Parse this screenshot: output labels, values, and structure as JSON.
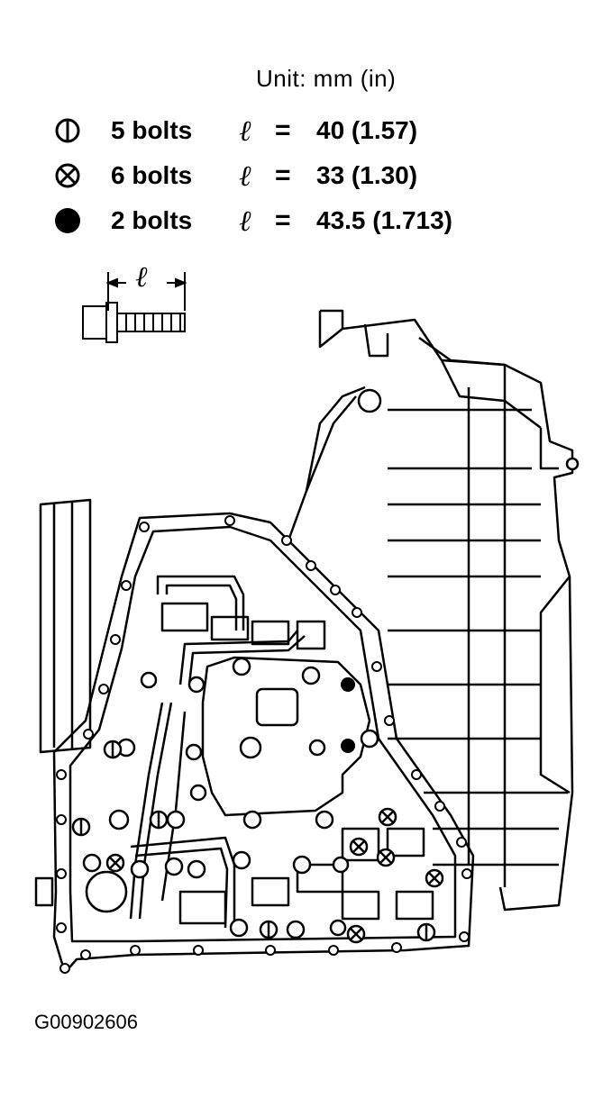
{
  "header": {
    "unit_label": "Unit: mm (in)"
  },
  "legend": [
    {
      "symbol": "circle-bar-icon",
      "count": "5 bolts",
      "length_symbol": "ℓ",
      "equals": "=",
      "value": "40 (1.57)"
    },
    {
      "symbol": "circle-cross-icon",
      "count": "6 bolts",
      "length_symbol": "ℓ",
      "equals": "=",
      "value": "33 (1.30)"
    },
    {
      "symbol": "filled-circle-icon",
      "count": "2 bolts",
      "length_symbol": "ℓ",
      "equals": "=",
      "value": "43.5 (1.713)"
    }
  ],
  "bolt_diagram": {
    "length_symbol": "ℓ"
  },
  "figure_id": "G00902606"
}
